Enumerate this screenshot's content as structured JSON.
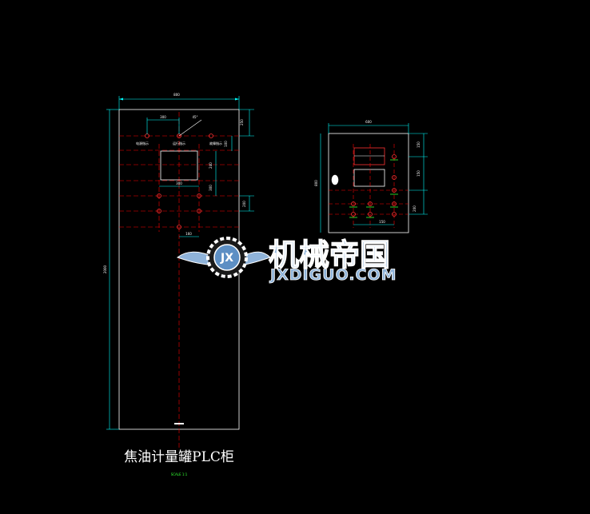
{
  "drawing": {
    "title": "焦油计量罐PLC柜",
    "scale_label": "SCALE 1:1",
    "colors": {
      "background": "#000000",
      "outline": "#ffffff",
      "dimension": "#00ffff",
      "centerline": "#ff0000",
      "annotation": "#33ff33",
      "indicator": "#ff3333"
    }
  },
  "front_view": {
    "dims": {
      "total_width": "800",
      "total_height": "2000",
      "top_offset": "250",
      "lamp_spacing": "300",
      "meter_offset": "100",
      "meter_height": "240",
      "meter_width": "300",
      "meter_gap": "300",
      "row_gap": "200",
      "center_offset": "160"
    },
    "labels": {
      "lamp_left": "电源指示",
      "lamp_center": "运行指示",
      "lamp_right": "故障指示",
      "angle_note": "45°"
    }
  },
  "side_view": {
    "dims": {
      "width": "600",
      "height": "800",
      "top_offset": "150",
      "mid_offset": "150",
      "lower_offset": "200",
      "button_spacing": "150"
    }
  },
  "watermark": {
    "badge": "JX",
    "cn_text": "机械帝国",
    "en_text": "JXDIGUO.COM"
  }
}
